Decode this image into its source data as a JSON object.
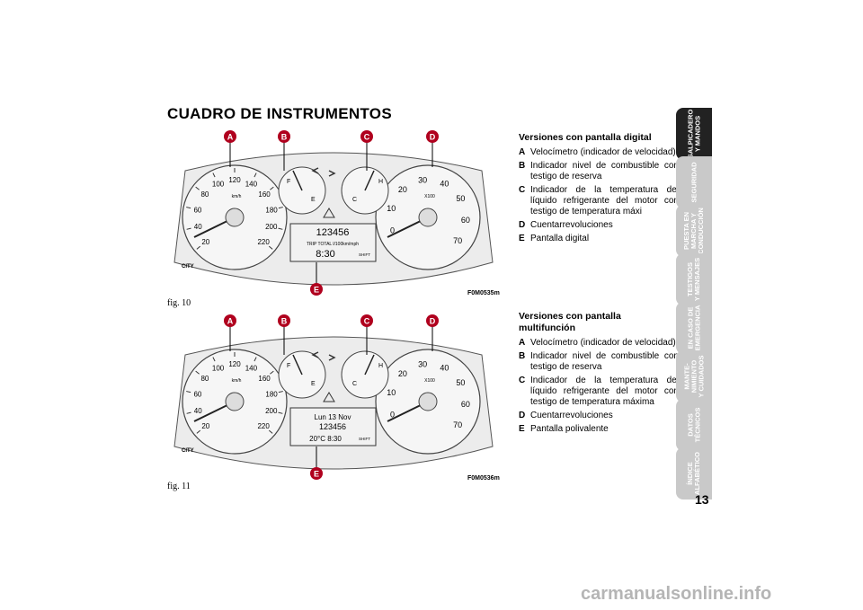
{
  "title": "CUADRO DE INSTRUMENTOS",
  "figures": [
    {
      "label": "fig. 10",
      "code": "F0M0535m",
      "callouts": [
        "A",
        "B",
        "C",
        "D",
        "E"
      ],
      "speed_ticks": [
        "20",
        "40",
        "60",
        "80",
        "100",
        "120",
        "140",
        "160",
        "180",
        "200",
        "220"
      ],
      "speed_unit": "km/h",
      "rpm_ticks": [
        "0",
        "10",
        "20",
        "30",
        "40",
        "50",
        "60",
        "70"
      ],
      "rpm_unit": "X100",
      "display_line1": "123456",
      "display_line2": "TRIP TOTAL  l/100km/mph",
      "display_line3": "8:30",
      "fuel_labels": [
        "F",
        "E"
      ],
      "temp_labels": [
        "C",
        "H"
      ],
      "city_label": "CITY",
      "shift_label": "SHIFT"
    },
    {
      "label": "fig. 11",
      "code": "F0M0536m",
      "callouts": [
        "A",
        "B",
        "C",
        "D",
        "E"
      ],
      "speed_ticks": [
        "20",
        "40",
        "60",
        "80",
        "100",
        "120",
        "140",
        "160",
        "180",
        "200",
        "220"
      ],
      "speed_unit": "km/h",
      "rpm_ticks": [
        "0",
        "10",
        "20",
        "30",
        "40",
        "50",
        "60",
        "70"
      ],
      "rpm_unit": "X100",
      "display_line1": "Lun 13 Nov",
      "display_line2": "123456",
      "display_line3": "20°C  8:30",
      "fuel_labels": [
        "F",
        "E"
      ],
      "temp_labels": [
        "C",
        "H"
      ],
      "city_label": "CITY",
      "shift_label": "SHIFT"
    }
  ],
  "sections": [
    {
      "heading": "Versiones con pantalla digital",
      "items": [
        {
          "k": "A",
          "t": "Velocímetro (indicador de velocidad)"
        },
        {
          "k": "B",
          "t": "Indicador nivel de combustible con testigo de reserva"
        },
        {
          "k": "C",
          "t": "Indicador de la temperatura del líquido refrigerante del motor con testigo de temperatura máxi"
        },
        {
          "k": "D",
          "t": "Cuentarrevoluciones"
        },
        {
          "k": "E",
          "t": "Pantalla digital"
        }
      ]
    },
    {
      "heading": "Versiones con pantalla multifunción",
      "items": [
        {
          "k": "A",
          "t": "Velocímetro (indicador de velocidad)"
        },
        {
          "k": "B",
          "t": "Indicador nivel de combustible con testigo de reserva"
        },
        {
          "k": "C",
          "t": "Indicador de la temperatura del líquido refrigerante del motor con testigo de temperatura máxima"
        },
        {
          "k": "D",
          "t": "Cuentarrevoluciones"
        },
        {
          "k": "E",
          "t": "Pantalla polivalente"
        }
      ]
    }
  ],
  "tabs": [
    {
      "label": "SALPICADERO\nY MANDOS",
      "active": true
    },
    {
      "label": "SEGURIDAD",
      "active": false
    },
    {
      "label": "PUESTA EN\nMARCHA Y\nCONDUCCIÓN",
      "active": false
    },
    {
      "label": "TESTIGOS\nY MENSAJES",
      "active": false
    },
    {
      "label": "EN CASO DE\nEMERGENCIA",
      "active": false
    },
    {
      "label": "MANTE-\nNIMIENTO\nY CUIDADOS",
      "active": false
    },
    {
      "label": "DATOS\nTÉCNICOS",
      "active": false
    },
    {
      "label": "ÍNDICE\nALFABÉTICO",
      "active": false
    }
  ],
  "page_number": "13",
  "footer": "carmanualsonline.info"
}
